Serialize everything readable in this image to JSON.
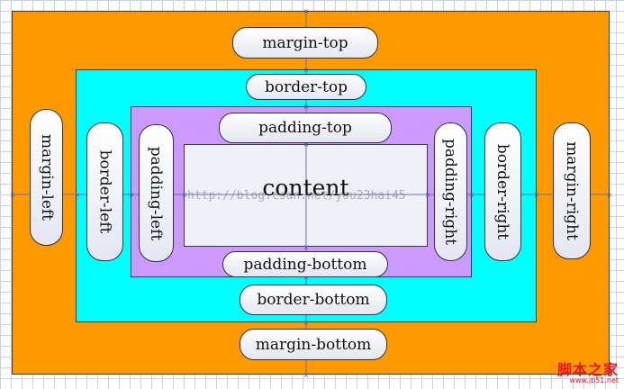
{
  "diagram": {
    "content": "content",
    "margin": {
      "top": "margin-top",
      "bottom": "margin-bottom",
      "left": "margin-left",
      "right": "margin-right"
    },
    "border": {
      "top": "border-top",
      "bottom": "border-bottom",
      "left": "border-left",
      "right": "border-right"
    },
    "padding": {
      "top": "padding-top",
      "bottom": "padding-bottom",
      "left": "padding-left",
      "right": "padding-right"
    },
    "watermark": "http://blog.csdn.net/you23hai45",
    "colors": {
      "margin": "#ff9900",
      "border": "#00ffff",
      "padding": "#cc99ff",
      "content": "#eef0f8",
      "logo": "#e8141e"
    }
  },
  "logo": {
    "text": "脚本之家",
    "site": "www.jb51.net"
  }
}
